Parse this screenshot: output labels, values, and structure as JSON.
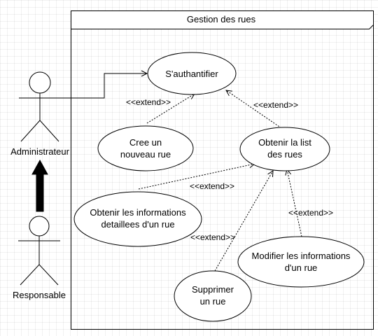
{
  "system": {
    "title": "Gestion des rues"
  },
  "actors": {
    "admin": {
      "label": "Administrateur"
    },
    "responsable": {
      "label": "Responsable"
    }
  },
  "usecases": {
    "authentifier": {
      "lines": [
        "S'authantifier"
      ]
    },
    "creer_rue": {
      "lines": [
        "Cree un",
        "nouveau rue"
      ]
    },
    "obtenir_liste": {
      "lines": [
        "Obtenir la list",
        "des rues"
      ]
    },
    "obtenir_info": {
      "lines": [
        "Obtenir les informations",
        "detaillees d'un rue"
      ]
    },
    "modifier_info": {
      "lines": [
        "Modifier les informations",
        "d'un rue"
      ]
    },
    "supprimer_rue": {
      "lines": [
        "Supprimer",
        "un rue"
      ]
    }
  },
  "relations": {
    "extend_label": "<<extend>>"
  }
}
